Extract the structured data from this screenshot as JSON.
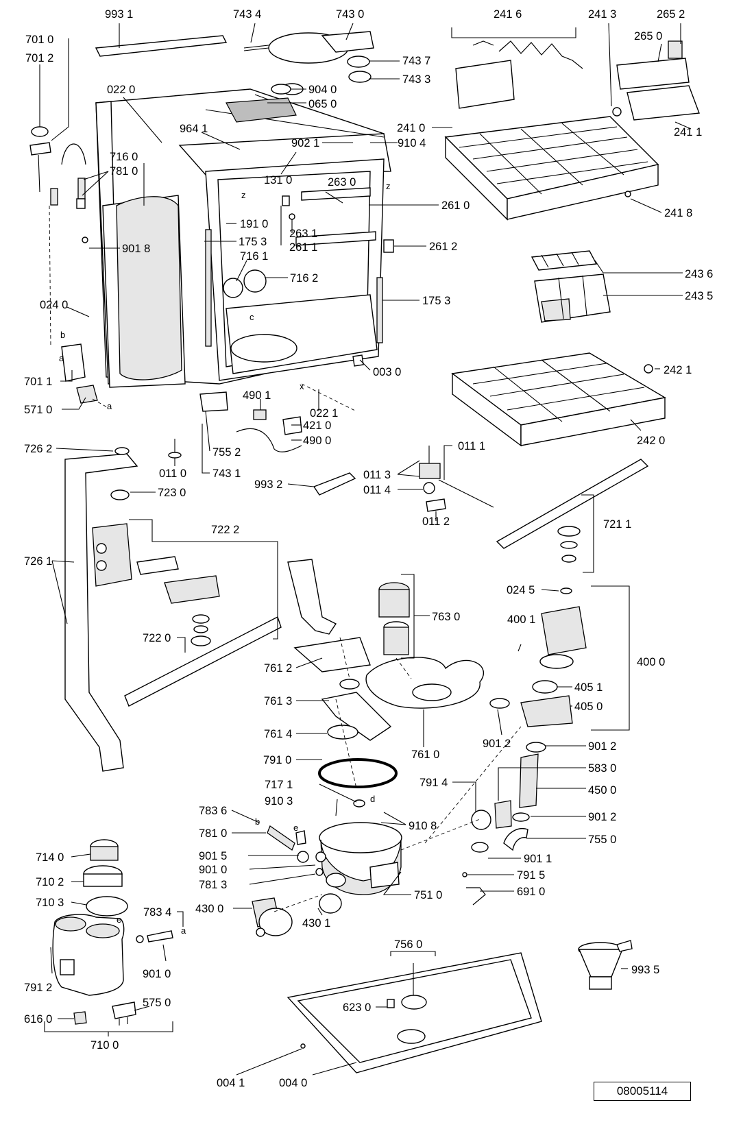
{
  "diagram": {
    "reference_code": "08005114",
    "parts": [
      "993 1",
      "743 4",
      "743 0",
      "241 6",
      "241 3",
      "265 2",
      "265 0",
      "701 0",
      "701 2",
      "743 7",
      "743 3",
      "022 0",
      "904 0",
      "065 0",
      "241 0",
      "241 1",
      "964 1",
      "902 1",
      "910 4",
      "716 0",
      "781 0",
      "131 0",
      "263 0",
      "261 0",
      "241 8",
      "191 0",
      "263 1",
      "175 3",
      "261 1",
      "261 2",
      "901 8",
      "716 1",
      "716 2",
      "243 6",
      "243 5",
      "175 3",
      "024 0",
      "701 1",
      "003 0",
      "242 1",
      "571 0",
      "490 1",
      "022 1",
      "421 0",
      "490 0",
      "242 0",
      "726 2",
      "011 0",
      "755 2",
      "743 1",
      "011 1",
      "011 3",
      "993 2",
      "011 4",
      "723 0",
      "011 2",
      "721 1",
      "722 2",
      "726 1",
      "024 5",
      "763 0",
      "400 1",
      "722 0",
      "400 0",
      "761 2",
      "405 1",
      "761 3",
      "405 0",
      "761 4",
      "901 2",
      "761 0",
      "901 2",
      "791 0",
      "583 0",
      "717 1",
      "791 4",
      "450 0",
      "910 3",
      "783 6",
      "910 8",
      "901 2",
      "781 0",
      "755 0",
      "901 5",
      "901 1",
      "901 0",
      "781 3",
      "791 5",
      "714 0",
      "751 0",
      "691 0",
      "710 2",
      "710 3",
      "430 0",
      "430 1",
      "783 4",
      "756 0",
      "901 0",
      "993 5",
      "791 2",
      "623 0",
      "575 0",
      "616 0",
      "710 0",
      "004 1",
      "004 0"
    ],
    "letters": [
      "z",
      "z",
      "c",
      "x",
      "b",
      "a",
      "a",
      "d",
      "b",
      "e",
      "e",
      "a"
    ]
  }
}
